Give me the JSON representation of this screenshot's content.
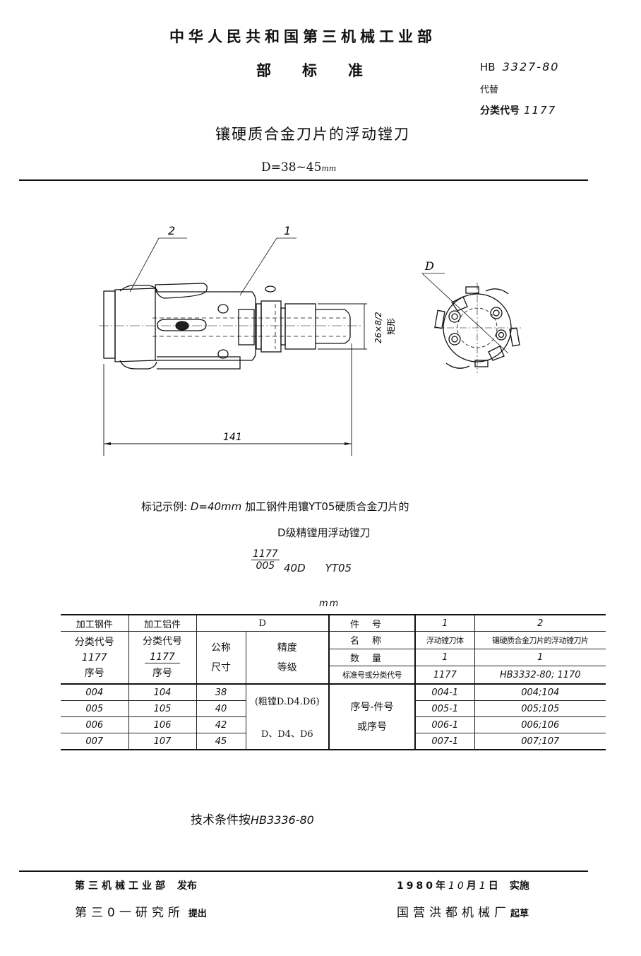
{
  "header": {
    "ministry": "中华人民共和国第三机械工业部",
    "standard_label": [
      "部",
      "标",
      "准"
    ],
    "standard_code_prefix": "HB",
    "standard_code_number": "3327-80",
    "replaces_label": "代替",
    "classification_label": "分类代号",
    "classification_code": "1177"
  },
  "title": {
    "main": "镶硬质合金刀片的浮动镗刀",
    "range_prefix": "D=38~45",
    "range_unit": "mm"
  },
  "drawing": {
    "callout_1": "1",
    "callout_2": "2",
    "callout_D": "D",
    "dim_length": "141",
    "dim_spline": "26×8/2",
    "dim_spline_note": "矩形"
  },
  "marking_example": {
    "label": "标记示例:",
    "line1_d": "D=40mm",
    "line1_text": "加工钢件用镶YT05硬质合金刀片的",
    "line2": "D级精镗用浮动镗刀",
    "fraction_top": "1177",
    "fraction_bottom": "005",
    "size": "40D",
    "grade": "YT05"
  },
  "table": {
    "unit": "mm",
    "headers": {
      "steel_top": "加工钢件",
      "alu_top": "加工铝件",
      "d_group": "D",
      "steel_sub": [
        "分类代号",
        "1177",
        "序号"
      ],
      "alu_sub": [
        "分类代号",
        "1177",
        "序号"
      ],
      "nominal": [
        "公称",
        "尺寸"
      ],
      "precision": [
        "精度",
        "等级"
      ]
    },
    "part_rows": [
      {
        "label": "件号",
        "col1": "1",
        "col2": "2"
      },
      {
        "label": "名称",
        "col1": "浮动镗刀体",
        "col2": "镶硬质合金刀片的浮动镗刀片"
      },
      {
        "label": "数量",
        "col1": "1",
        "col2": "1"
      },
      {
        "label": "标准号或分类代号",
        "col1": "1177",
        "col2": "HB3332-80; 1170"
      }
    ],
    "precision_values": [
      "(粗镗D.D4.D6)",
      "D、D4、D6"
    ],
    "seq_label": [
      "序号-件号",
      "或序号"
    ],
    "rows": [
      {
        "steel": "004",
        "alu": "104",
        "nominal": "38",
        "part1": "004-1",
        "part2": "004;104"
      },
      {
        "steel": "005",
        "alu": "105",
        "nominal": "40",
        "part1": "005-1",
        "part2": "005;105"
      },
      {
        "steel": "006",
        "alu": "106",
        "nominal": "42",
        "part1": "006-1",
        "part2": "006;106"
      },
      {
        "steel": "007",
        "alu": "107",
        "nominal": "45",
        "part1": "007-1",
        "part2": "007;107"
      }
    ]
  },
  "technical": {
    "label": "技术条件按",
    "standard": "HB3336-80"
  },
  "footer": {
    "publisher": "第三机械工业部",
    "publish_action": "发布",
    "proposer": "第三0一研究所",
    "propose_action": "提出",
    "date_year": "1980",
    "date_year_unit": "年",
    "date_month": "10",
    "date_month_unit": "月",
    "date_day": "1",
    "date_day_unit": "日",
    "effective_action": "实施",
    "drafter": "国营洪都机械厂",
    "draft_action": "起草"
  }
}
